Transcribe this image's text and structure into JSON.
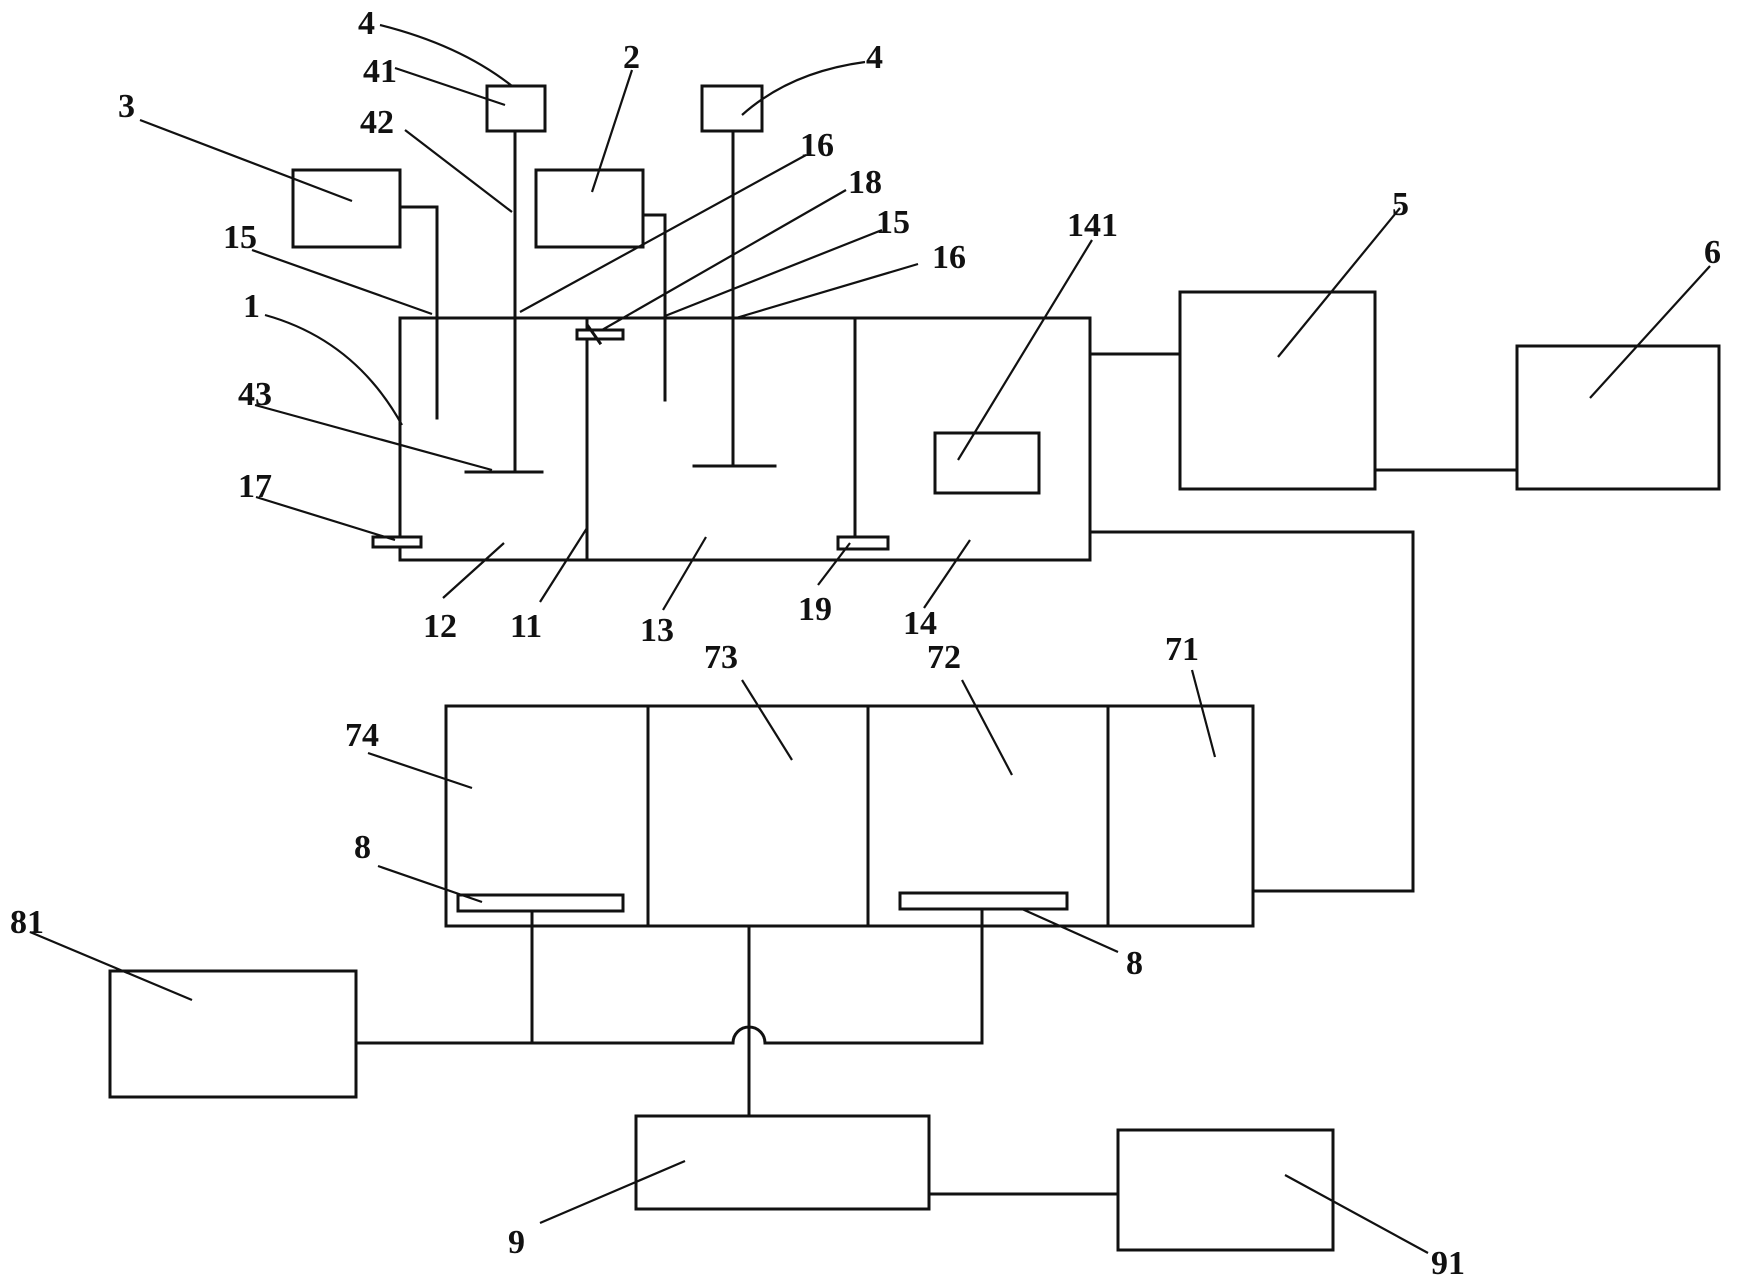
{
  "labels": {
    "l_4a": "4",
    "l_41": "41",
    "l_42": "42",
    "l_4b": "4",
    "l_2": "2",
    "l_3": "3",
    "l_16a": "16",
    "l_18": "18",
    "l_15a": "15",
    "l_15b": "15",
    "l_16b": "16",
    "l_141": "141",
    "l_5": "5",
    "l_6": "6",
    "l_1": "1",
    "l_43": "43",
    "l_17": "17",
    "l_12": "12",
    "l_11": "11",
    "l_13": "13",
    "l_19": "19",
    "l_14": "14",
    "l_73": "73",
    "l_72": "72",
    "l_71": "71",
    "l_74": "74",
    "l_8a": "8",
    "l_8b": "8",
    "l_81": "81",
    "l_9": "9",
    "l_91": "91"
  }
}
